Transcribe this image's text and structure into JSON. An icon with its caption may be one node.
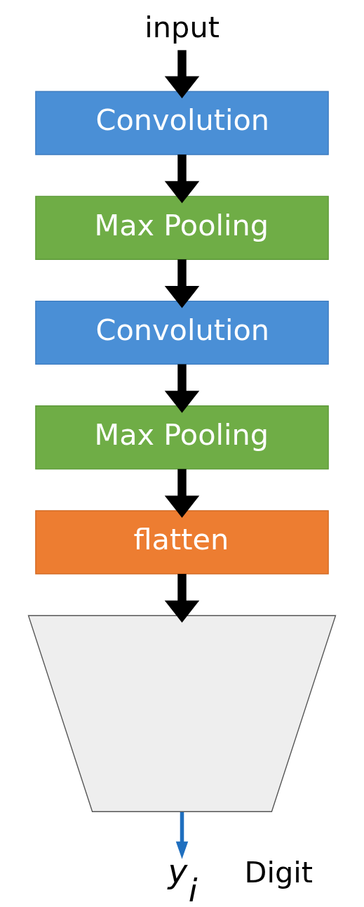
{
  "diagram": {
    "nodes": [
      {
        "text": [
          "input"
        ]
      },
      {
        "text": [
          "Convolution"
        ]
      },
      {
        "text": [
          "Max Pooling"
        ]
      },
      {
        "text": [
          "Convolution"
        ]
      },
      {
        "text": [
          "Max Pooling"
        ]
      },
      {
        "text": [
          "flatten"
        ]
      },
      {
        "text": [],
        "shape": "picture"
      },
      {
        "text": [
          "y$_{i}$"
        ]
      }
    ],
    "edges": [
      {
        "from": 0,
        "to": 1,
        "arrow": "to"
      },
      {
        "from": 1,
        "to": 2,
        "arrow": "to"
      },
      {
        "from": 2,
        "to": 3,
        "arrow": "to"
      },
      {
        "from": 3,
        "to": 4,
        "arrow": "to"
      },
      {
        "from": 4,
        "to": 5,
        "arrow": "to"
      },
      {
        "from": 5,
        "to": 6,
        "arrow": "to"
      },
      {
        "from": 6,
        "to": 7,
        "arrow": "to",
        "color": "#1f6fbf"
      }
    ],
    "labels": [
      "Digit"
    ]
  }
}
